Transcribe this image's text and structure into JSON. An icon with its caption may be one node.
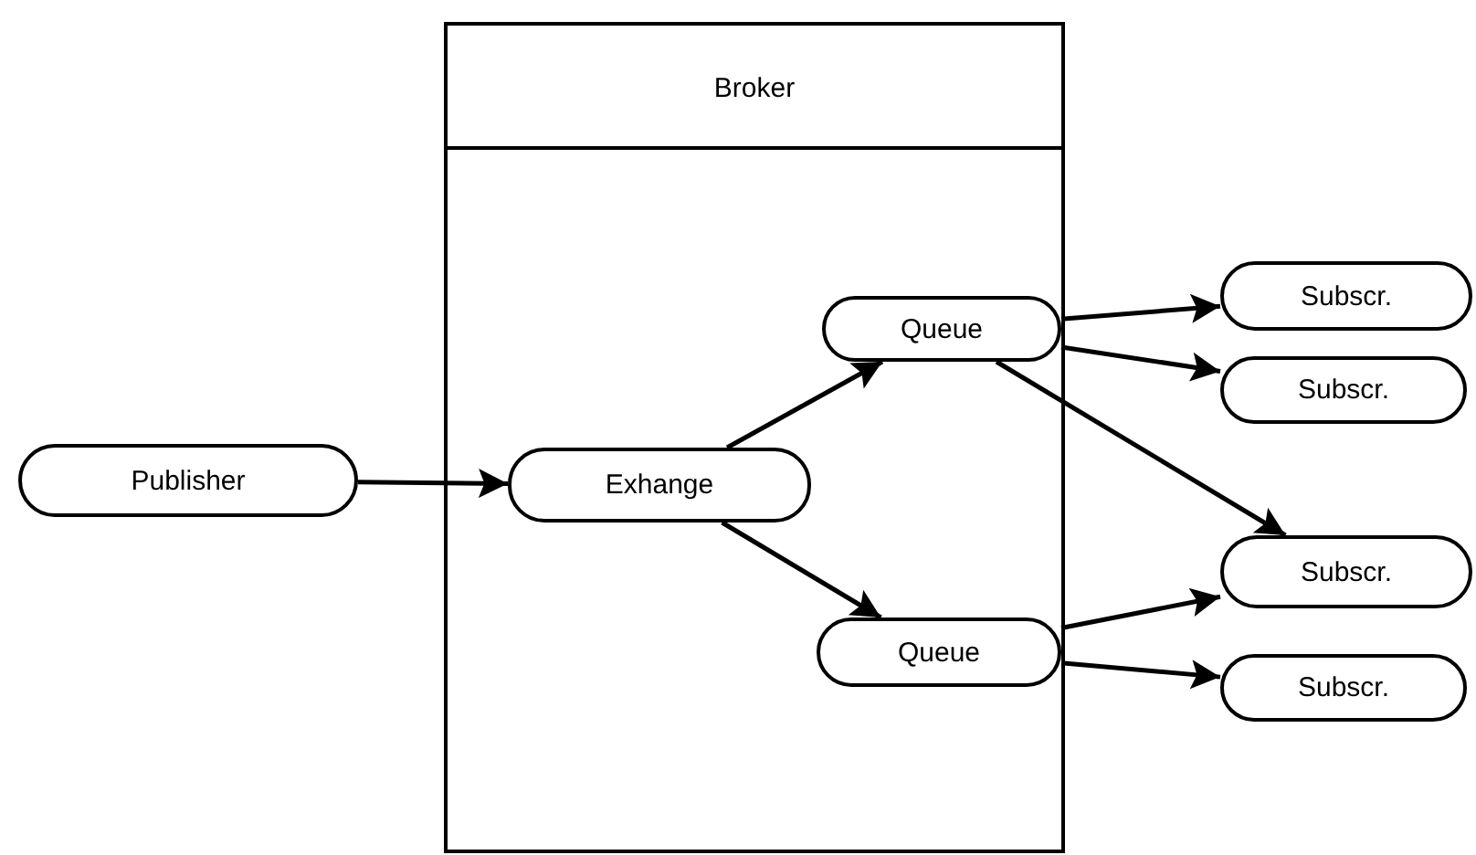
{
  "diagram": {
    "nodes": [
      {
        "text": [
          "Publisher"
        ]
      },
      {
        "text": [
          "Broker"
        ]
      },
      {
        "text": [
          "Exhange"
        ],
        "in": 1
      },
      {
        "text": [
          "Queue"
        ],
        "in": 1
      },
      {
        "text": [
          "Queue"
        ],
        "in": 1
      },
      {
        "text": [
          "Subscr."
        ]
      },
      {
        "text": [
          "Subscr."
        ]
      },
      {
        "text": [
          "Subscr."
        ]
      },
      {
        "text": [
          "Subscr."
        ]
      }
    ],
    "edges": [
      {
        "from": 0,
        "to": 2,
        "arrow": "to"
      },
      {
        "from": 2,
        "to": 3,
        "arrow": "to"
      },
      {
        "from": 2,
        "to": 4,
        "arrow": "to"
      },
      {
        "from": 3,
        "to": 5,
        "arrow": "to"
      },
      {
        "from": 3,
        "to": 6,
        "arrow": "to"
      },
      {
        "from": 3,
        "to": 7,
        "arrow": "to"
      },
      {
        "from": 4,
        "to": 7,
        "arrow": "to"
      },
      {
        "from": 4,
        "to": 8,
        "arrow": "to"
      }
    ]
  }
}
